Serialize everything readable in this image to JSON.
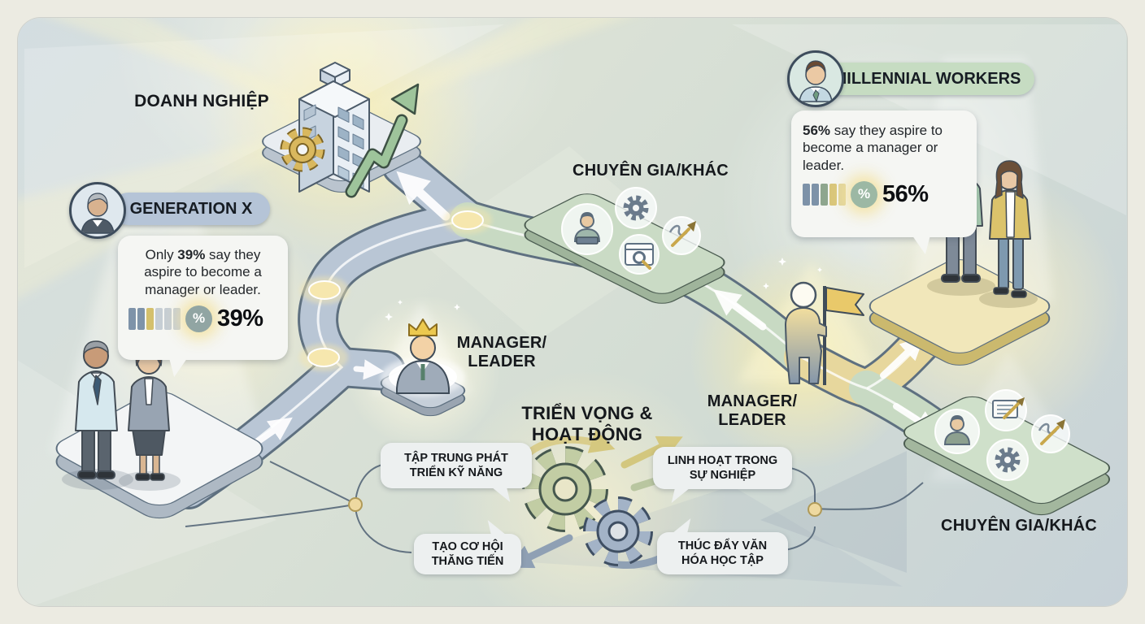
{
  "palette": {
    "frame_bg": "#ecebe2",
    "path_blue": "#b9c6d5",
    "path_green": "#c8dac3",
    "path_yellow": "#e7d79d",
    "node_gold": "#f6e7ae",
    "genx_badge_bg": "#b5c4d7",
    "millennial_badge_bg": "#c6dcc2",
    "bubble_bg": "#f5f6f3",
    "text_dark": "#15181c"
  },
  "building": {
    "label": "DOANH NGHIỆP",
    "icons": [
      "office-building-icon",
      "gear-icon",
      "growth-arrow-icon"
    ]
  },
  "generation_x": {
    "badge_label": "GENERATION X",
    "avatar_icon": "genx-avatar-icon",
    "quote_prefix": "Only ",
    "quote_bold": "39%",
    "quote_suffix": " say they aspire to become a manager or leader.",
    "percent_symbol": "%",
    "stat_value": "39%",
    "pct_circle_color": "#91a5a3",
    "bar_segments": [
      "#7e93a9",
      "#7e93a9",
      "#d4c06c",
      "#c6ced4",
      "#c6ced4",
      "#c6ced4"
    ]
  },
  "millennials": {
    "badge_label": "MILLENNIAL WORKERS",
    "avatar_icon": "millennial-avatar-icon",
    "quote_bold": "56%",
    "quote_suffix": " say they aspire to become a manager or leader.",
    "percent_symbol": "%",
    "stat_value": "56%",
    "pct_circle_color": "#9cb8a4",
    "bar_segments": [
      "#7d92a8",
      "#7d92a8",
      "#8ea68e",
      "#d9c67a",
      "#e0d49b"
    ]
  },
  "specialists_top": {
    "label": "CHUYÊN GIA/KHÁC",
    "icons": [
      "person-laptop-icon",
      "gear-icon",
      "browser-search-icon",
      "art-pen-icon"
    ]
  },
  "specialists_bottom": {
    "label": "CHUYÊN GIA/KHÁC",
    "icons": [
      "support-person-icon",
      "document-pencil-icon",
      "gear-icon",
      "art-pen-icon"
    ]
  },
  "manager_left": {
    "line1": "MANAGER/",
    "line2": "LEADER",
    "icon": "crowned-person-icon"
  },
  "manager_right": {
    "line1": "MANAGER/",
    "line2": "LEADER",
    "icon": "flag-person-icon"
  },
  "center": {
    "title_line1": "TRIỂN VỌNG &",
    "title_line2": "HOẠT ĐỘNG",
    "icon": "gears-icon"
  },
  "activities": [
    {
      "text": "TẬP TRUNG PHÁT TRIỂN KỸ NĂNG"
    },
    {
      "text": "TẠO CƠ HỘI THĂNG TIẾN"
    },
    {
      "text": "LINH HOẠT TRONG SỰ NGHIỆP"
    },
    {
      "text": "THÚC ĐẨY VĂN HÓA HỌC TẬP"
    }
  ]
}
